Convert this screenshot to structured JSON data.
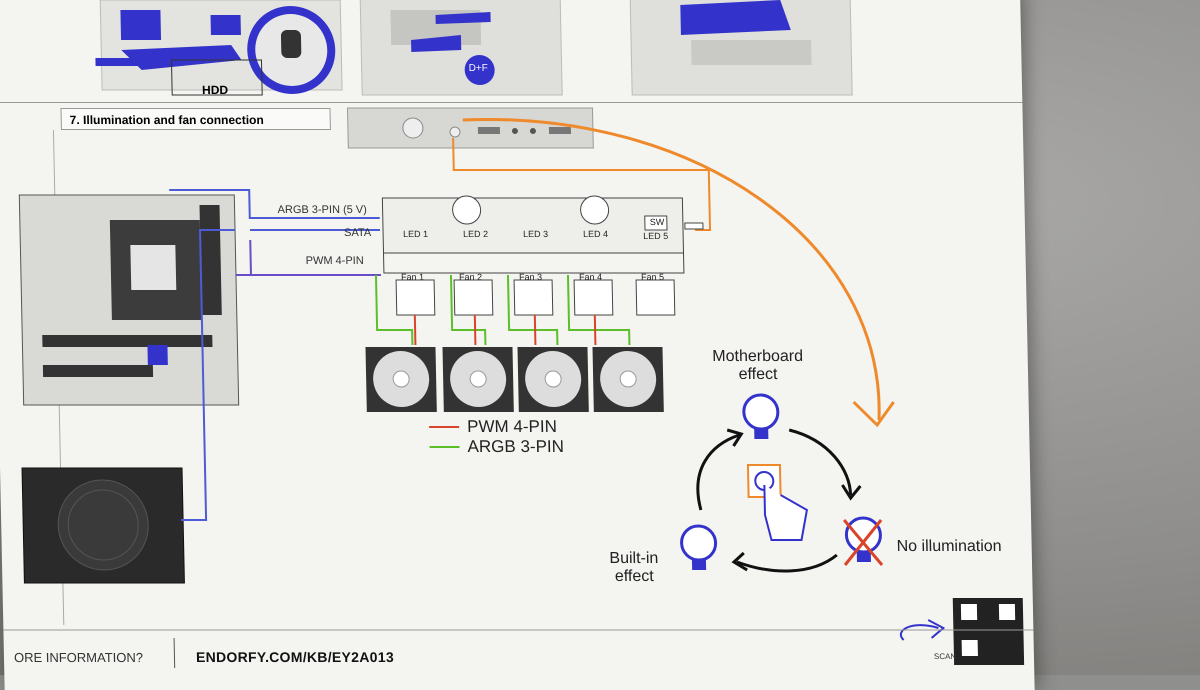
{
  "header": {
    "hdd_label": "HDD",
    "df_label": "D+F"
  },
  "section": {
    "title": "7. Illumination and fan connection"
  },
  "wires": {
    "argb": "ARGB 3-PIN (5 V)",
    "sata": "SATA",
    "pwm": "PWM 4-PIN"
  },
  "hub": {
    "led_labels": [
      "LED 1",
      "LED 2",
      "LED 3",
      "LED 4",
      "LED 5"
    ],
    "fan_labels": [
      "Fan 1",
      "Fan 2",
      "Fan 3",
      "Fan 4",
      "Fan 5"
    ],
    "sw_label": "SW"
  },
  "legend": {
    "pwm": "PWM 4-PIN",
    "argb": "ARGB 3-PIN",
    "pwm_color": "#d9452b",
    "argb_color": "#5cbf2a"
  },
  "cycle": {
    "motherboard": "Motherboard effect",
    "none": "No illumination",
    "builtin": "Built-in effect"
  },
  "footer": {
    "more_info": "ORE INFORMATION?",
    "url": "ENDORFY.COM/KB/EY2A013",
    "scan": "SCAN"
  },
  "colors": {
    "accent_blue": "#3333cc",
    "orange": "#ef8a2c",
    "wire_blue": "#4d5bd6"
  }
}
